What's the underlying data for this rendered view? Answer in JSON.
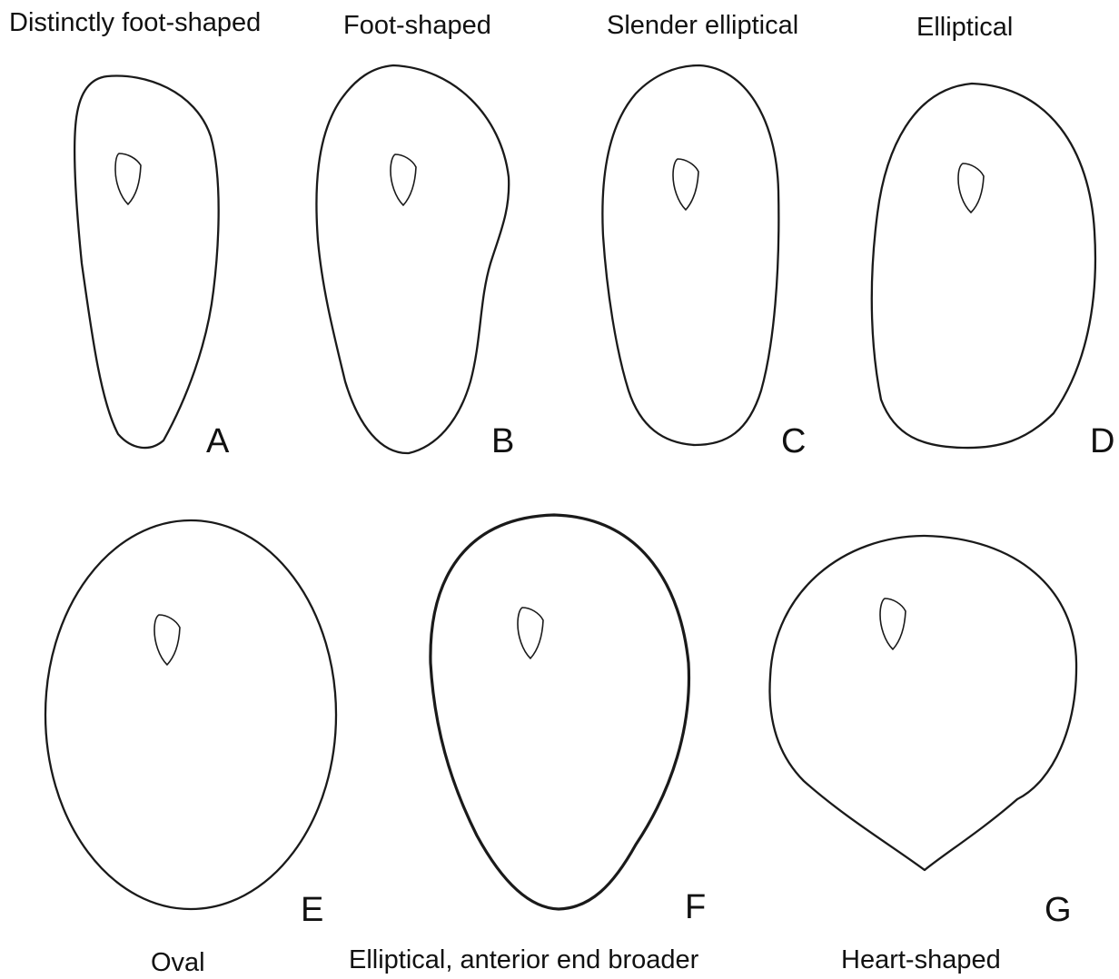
{
  "shapes": [
    {
      "letter": "A",
      "label": "Distinctly foot-shaped"
    },
    {
      "letter": "B",
      "label": "Foot-shaped"
    },
    {
      "letter": "C",
      "label": "Slender elliptical"
    },
    {
      "letter": "D",
      "label": "Elliptical"
    },
    {
      "letter": "E",
      "label": "Oval"
    },
    {
      "letter": "F",
      "label": "Elliptical, anterior end broader"
    },
    {
      "letter": "G",
      "label": "Heart-shaped"
    }
  ]
}
